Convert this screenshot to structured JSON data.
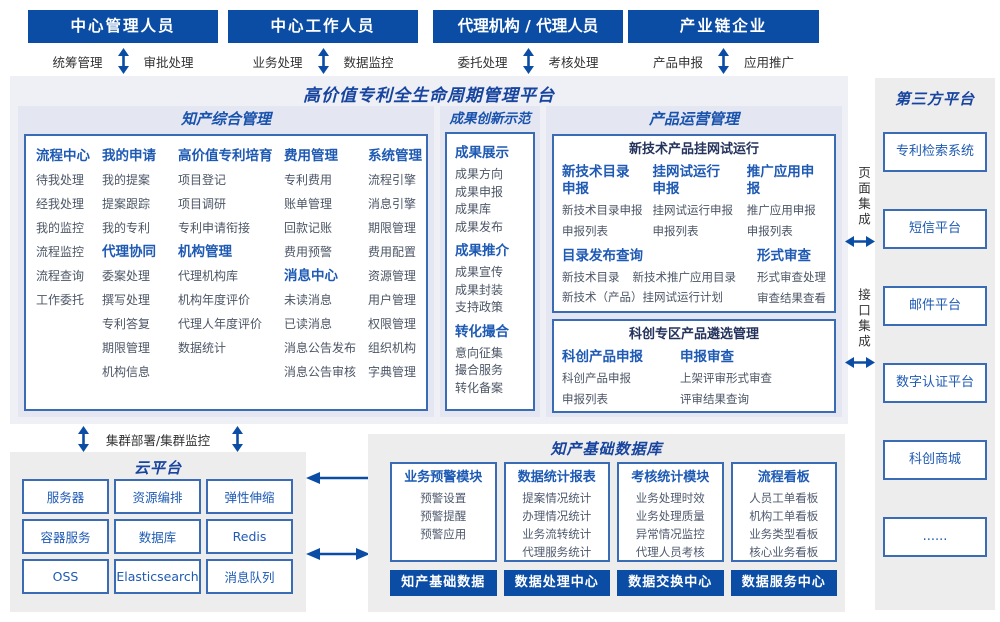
{
  "colors": {
    "bar_navy": "#0b4da5",
    "header_blue": "#1e5ab4",
    "title_navy": "#17449e",
    "border_blue": "#3a6cb5",
    "item_gray": "#4c5666",
    "panel_lavender": "#e4e7f2",
    "container_gray": "#eef0f6",
    "side_gray": "#ededee"
  },
  "actors": [
    {
      "title": "中心管理人员",
      "left_label": "统筹管理",
      "right_label": "审批处理"
    },
    {
      "title": "中心工作人员",
      "left_label": "业务处理",
      "right_label": "数据监控"
    },
    {
      "title": "代理机构 / 代理人员",
      "left_label": "委托处理",
      "right_label": "考核处理"
    },
    {
      "title": "产业链企业",
      "left_label": "产品申报",
      "right_label": "应用推广"
    }
  ],
  "platform": {
    "title": "高价值专利全生命周期管理平台",
    "comprehensive": {
      "title": "知产综合管理",
      "columns": [
        {
          "entries": [
            {
              "type": "header",
              "label": "流程中心"
            },
            {
              "type": "item",
              "label": "待我处理"
            },
            {
              "type": "item",
              "label": "经我处理"
            },
            {
              "type": "item",
              "label": "我的监控"
            },
            {
              "type": "item",
              "label": "流程监控"
            },
            {
              "type": "item",
              "label": "流程查询"
            },
            {
              "type": "item",
              "label": "工作委托"
            }
          ]
        },
        {
          "entries": [
            {
              "type": "header",
              "label": "我的申请"
            },
            {
              "type": "item",
              "label": "我的提案"
            },
            {
              "type": "item",
              "label": "提案跟踪"
            },
            {
              "type": "item",
              "label": "我的专利"
            },
            {
              "type": "header",
              "label": "代理协同"
            },
            {
              "type": "item",
              "label": "委案处理"
            },
            {
              "type": "item",
              "label": "撰写处理"
            },
            {
              "type": "item",
              "label": "专利答复"
            },
            {
              "type": "item",
              "label": "期限管理"
            },
            {
              "type": "item",
              "label": "机构信息"
            }
          ]
        },
        {
          "entries": [
            {
              "type": "header",
              "label": "高价值专利培育"
            },
            {
              "type": "item",
              "label": "项目登记"
            },
            {
              "type": "item",
              "label": "项目调研"
            },
            {
              "type": "item",
              "label": "专利申请衔接"
            },
            {
              "type": "header",
              "label": "机构管理"
            },
            {
              "type": "item",
              "label": "代理机构库"
            },
            {
              "type": "item",
              "label": "机构年度评价"
            },
            {
              "type": "item",
              "label": "代理人年度评价"
            },
            {
              "type": "item",
              "label": "数据统计"
            }
          ]
        },
        {
          "entries": [
            {
              "type": "header",
              "label": "费用管理"
            },
            {
              "type": "item",
              "label": "专利费用"
            },
            {
              "type": "item",
              "label": "账单管理"
            },
            {
              "type": "item",
              "label": "回款记账"
            },
            {
              "type": "item",
              "label": "费用预警"
            },
            {
              "type": "header",
              "label": "消息中心"
            },
            {
              "type": "item",
              "label": "未读消息"
            },
            {
              "type": "item",
              "label": "已读消息"
            },
            {
              "type": "item",
              "label": "消息公告发布"
            },
            {
              "type": "item",
              "label": "消息公告审核"
            }
          ]
        },
        {
          "entries": [
            {
              "type": "header",
              "label": "系统管理"
            },
            {
              "type": "item",
              "label": "流程引擎"
            },
            {
              "type": "item",
              "label": "消息引擎"
            },
            {
              "type": "item",
              "label": "期限管理"
            },
            {
              "type": "item",
              "label": "费用配置"
            },
            {
              "type": "item",
              "label": "资源管理"
            },
            {
              "type": "item",
              "label": "用户管理"
            },
            {
              "type": "item",
              "label": "权限管理"
            },
            {
              "type": "item",
              "label": "组织机构"
            },
            {
              "type": "item",
              "label": "字典管理"
            }
          ]
        }
      ]
    },
    "innovation": {
      "title": "成果创新示范",
      "groups": [
        {
          "header": "成果展示",
          "items": [
            "成果方向",
            "成果申报",
            "成果库",
            "成果发布"
          ]
        },
        {
          "header": "成果推介",
          "items": [
            "成果宣传",
            "成果封装",
            "支持政策"
          ]
        },
        {
          "header": "转化撮合",
          "items": [
            "意向征集",
            "撮合服务",
            "转化备案"
          ]
        }
      ]
    },
    "operation": {
      "title": "产品运营管理",
      "trial": {
        "title": "新技术产品挂网试运行",
        "columns": [
          {
            "header": "新技术目录\n申报",
            "items": [
              "新技术目录申报",
              "申报列表"
            ]
          },
          {
            "header": "挂网试运行\n申报",
            "items": [
              "挂网试运行申报",
              "申报列表"
            ]
          },
          {
            "header": "推广应用申报",
            "items": [
              "推广应用申报",
              "申报列表"
            ]
          }
        ],
        "catalog": {
          "header": "目录发布查询",
          "items": [
            "新技术目录",
            "新技术推广应用目录",
            "新技术（产品）挂网试运行计划"
          ]
        },
        "formal": {
          "header": "形式审查",
          "items": [
            "形式审查处理",
            "审查结果查看"
          ]
        }
      },
      "selection": {
        "title": "科创专区产品遴选管理",
        "columns": [
          {
            "header": "科创产品申报",
            "items": [
              "科创产品申报",
              "申报列表"
            ]
          },
          {
            "header": "申报审查",
            "items": [
              "上架评审形式审查",
              "评审结果查询"
            ]
          }
        ]
      }
    }
  },
  "integration": {
    "page": "页面集成",
    "api": "接口集成"
  },
  "third_party": {
    "title": "第三方平台",
    "items": [
      "专利检索系统",
      "短信平台",
      "邮件平台",
      "数字认证平台",
      "科创商城",
      "......"
    ]
  },
  "cluster_label": "集群部署/集群监控",
  "cloud": {
    "title": "云平台",
    "items": [
      "服务器",
      "资源编排",
      "弹性伸缩",
      "容器服务",
      "数据库",
      "Redis",
      "OSS",
      "Elasticsearch",
      "消息队列"
    ]
  },
  "database": {
    "title": "知产基础数据库",
    "modules": [
      {
        "header": "业务预警模块",
        "items": [
          "预警设置",
          "预警提醒",
          "预警应用"
        ],
        "badge": "知产基础数据"
      },
      {
        "header": "数据统计报表",
        "items": [
          "提案情况统计",
          "办理情况统计",
          "业务流转统计",
          "代理服务统计"
        ],
        "badge": "数据处理中心"
      },
      {
        "header": "考核统计模块",
        "items": [
          "业务处理时效",
          "业务处理质量",
          "异常情况监控",
          "代理人员考核"
        ],
        "badge": "数据交换中心"
      },
      {
        "header": "流程看板",
        "items": [
          "人员工单看板",
          "机构工单看板",
          "业务类型看板",
          "核心业务看板"
        ],
        "badge": "数据服务中心"
      }
    ]
  }
}
